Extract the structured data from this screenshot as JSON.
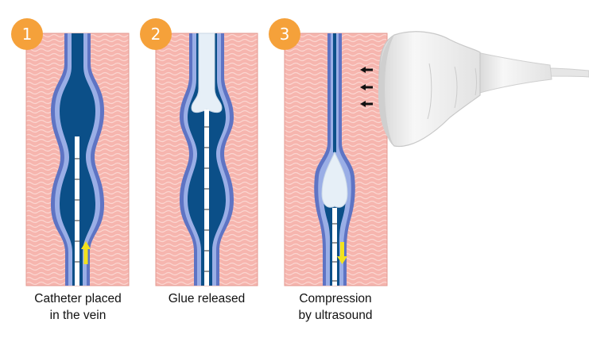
{
  "steps": [
    {
      "number": "1",
      "caption_line1": "Catheter placed",
      "caption_line2": "in the vein"
    },
    {
      "number": "2",
      "caption_line1": "Glue released",
      "caption_line2": ""
    },
    {
      "number": "3",
      "caption_line1": "Compression",
      "caption_line2": "by ultrasound"
    }
  ],
  "colors": {
    "badge": "#F5A13A",
    "tissue": "#F6B5AE",
    "vein_wall_outer": "#5E74C4",
    "vein_wall_inner": "#9AAEE6",
    "blood": "#0B4F88",
    "glue": "#E6EFF7",
    "arrow": "#F2E21B",
    "probe": "#EDEDED"
  },
  "icons": [
    "yellow-arrow-up-icon",
    "yellow-arrow-down-icon",
    "compression-arrow-icon",
    "ultrasound-probe-icon"
  ]
}
